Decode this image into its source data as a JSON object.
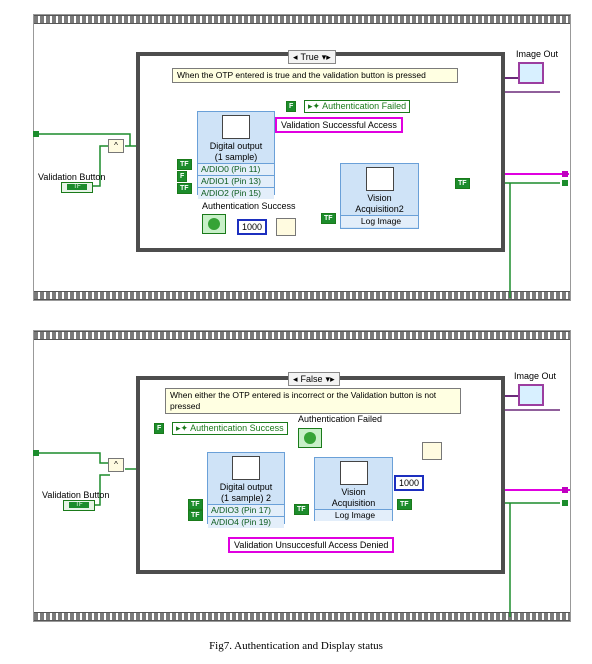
{
  "diagram_true": {
    "case_value": "True",
    "comment": "When the OTP entered is true and the validation button is pressed",
    "auth_failed_label": "Authentication Failed",
    "validation_success_label": "Validation Successful Access",
    "digital_output": {
      "title": "Digital output\n(1 sample)",
      "pins": [
        "A/DIO0 (Pin 11)",
        "A/DIO1 (Pin 13)",
        "A/DIO2 (Pin 15)"
      ]
    },
    "vision": {
      "title": "Vision\nAcquisition2",
      "row": "Log Image"
    },
    "auth_success_label": "Authentication Success",
    "timer_value": "1000",
    "validation_button": "Validation Button",
    "image_out": "Image Out",
    "bool_tag": "TF",
    "bool_f": "F"
  },
  "diagram_false": {
    "case_value": "False",
    "comment": "When either the OTP entered is incorrect or the Validation button is not pressed",
    "auth_success_label": "Authentication Success",
    "auth_failed_label": "Authentication Failed",
    "digital_output": {
      "title": "Digital output\n(1 sample) 2",
      "pins": [
        "A/DIO3 (Pin 17)",
        "A/DIO4 (Pin 19)"
      ]
    },
    "vision": {
      "title": "Vision\nAcquisition",
      "row": "Log Image"
    },
    "timer_value": "1000",
    "validation_unsuccess_label": "Validation Unsuccesfull Access Denied",
    "validation_button": "Validation Button",
    "image_out": "Image Out",
    "bool_tag": "TF",
    "bool_f": "F"
  },
  "caption": "Fig7. Authentication and Display status",
  "colors": {
    "wire_green": "#1c8c2c",
    "wire_pink": "#e000e0",
    "wire_purple": "#6b2a7a",
    "comment_bg": "#ffffe2",
    "subvi_bg": "#cfe3f7"
  }
}
